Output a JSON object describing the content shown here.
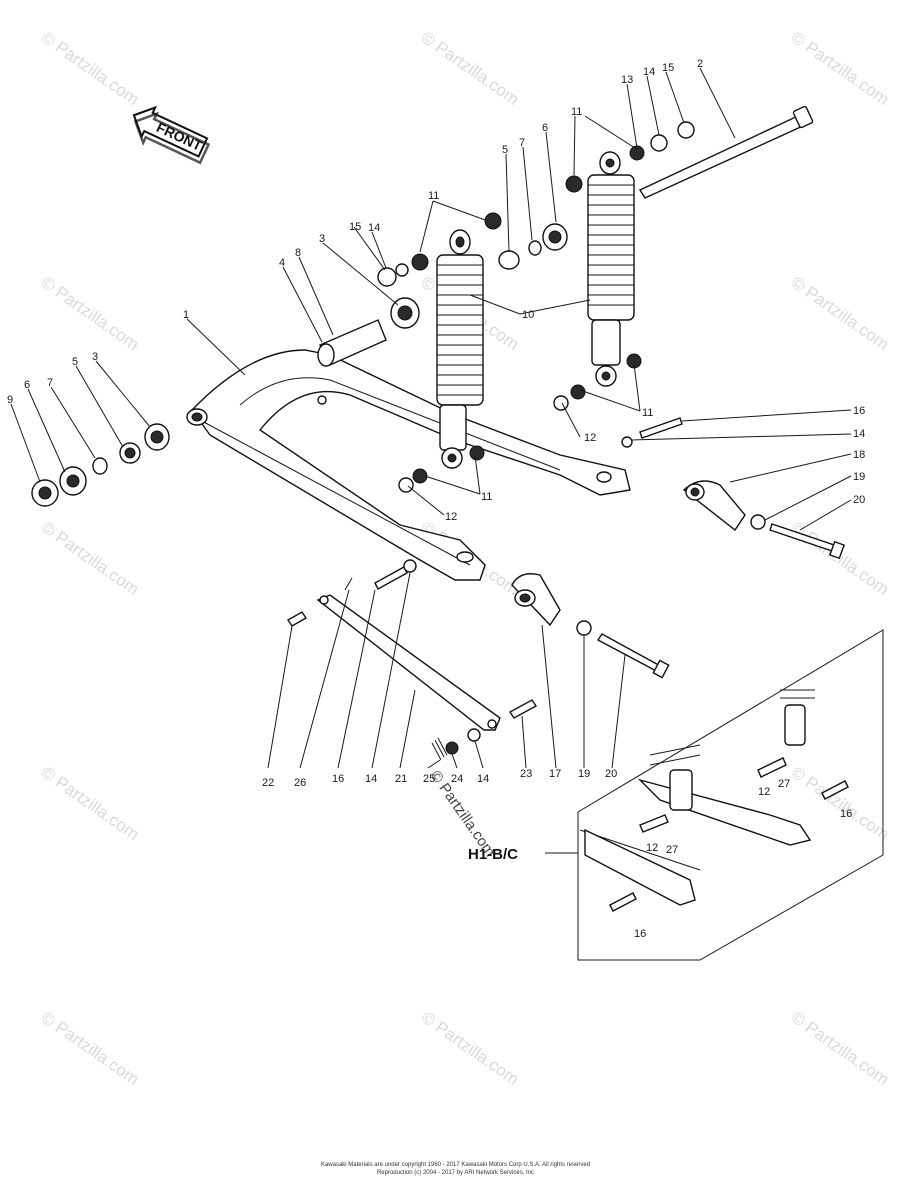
{
  "front_label": "FRONT",
  "variant_label": "H1-B/C",
  "watermark": "© Partzilla.com",
  "inset_watermark": "© Partzilla.com",
  "callouts": [
    "1",
    "2",
    "3",
    "4",
    "5",
    "6",
    "7",
    "8",
    "9",
    "10",
    "11",
    "12",
    "13",
    "14",
    "15",
    "16",
    "17",
    "18",
    "19",
    "20",
    "21",
    "22",
    "23",
    "24",
    "25",
    "26",
    "27"
  ],
  "main_labels": [
    {
      "id": "1",
      "text": "1"
    },
    {
      "id": "2",
      "text": "2"
    },
    {
      "id": "3a",
      "text": "3"
    },
    {
      "id": "3b",
      "text": "3"
    },
    {
      "id": "4",
      "text": "4"
    },
    {
      "id": "5a",
      "text": "5"
    },
    {
      "id": "5b",
      "text": "5"
    },
    {
      "id": "6a",
      "text": "6"
    },
    {
      "id": "6b",
      "text": "6"
    },
    {
      "id": "7a",
      "text": "7"
    },
    {
      "id": "7b",
      "text": "7"
    },
    {
      "id": "8",
      "text": "8"
    },
    {
      "id": "9",
      "text": "9"
    },
    {
      "id": "10",
      "text": "10"
    },
    {
      "id": "11a",
      "text": "11"
    },
    {
      "id": "11b",
      "text": "11"
    },
    {
      "id": "11c",
      "text": "11"
    },
    {
      "id": "11d",
      "text": "11"
    },
    {
      "id": "12a",
      "text": "12"
    },
    {
      "id": "12b",
      "text": "12"
    },
    {
      "id": "13",
      "text": "13"
    },
    {
      "id": "14a",
      "text": "14"
    },
    {
      "id": "14b",
      "text": "14"
    },
    {
      "id": "14c",
      "text": "14"
    },
    {
      "id": "14d",
      "text": "14"
    },
    {
      "id": "14e",
      "text": "14"
    },
    {
      "id": "15a",
      "text": "15"
    },
    {
      "id": "15b",
      "text": "15"
    },
    {
      "id": "16a",
      "text": "16"
    },
    {
      "id": "16b",
      "text": "16"
    },
    {
      "id": "17",
      "text": "17"
    },
    {
      "id": "18",
      "text": "18"
    },
    {
      "id": "19a",
      "text": "19"
    },
    {
      "id": "19b",
      "text": "19"
    },
    {
      "id": "20a",
      "text": "20"
    },
    {
      "id": "20b",
      "text": "20"
    },
    {
      "id": "21",
      "text": "21"
    },
    {
      "id": "22",
      "text": "22"
    },
    {
      "id": "23",
      "text": "23"
    },
    {
      "id": "24",
      "text": "24"
    },
    {
      "id": "25",
      "text": "25"
    },
    {
      "id": "26",
      "text": "26"
    }
  ],
  "inset_labels": [
    {
      "id": "i12a",
      "text": "12"
    },
    {
      "id": "i27a",
      "text": "27"
    },
    {
      "id": "i12b",
      "text": "12"
    },
    {
      "id": "i27b",
      "text": "27"
    },
    {
      "id": "i16a",
      "text": "16"
    },
    {
      "id": "i16b",
      "text": "16"
    }
  ],
  "copyright_line1": "Kawasaki Materials are under copyright 1960 - 2017 Kawasaki Motors Corp U.S.A. All rights reserved",
  "copyright_line2": "Reproduction (c) 2004 - 2017 by ARI Network Services, Inc"
}
